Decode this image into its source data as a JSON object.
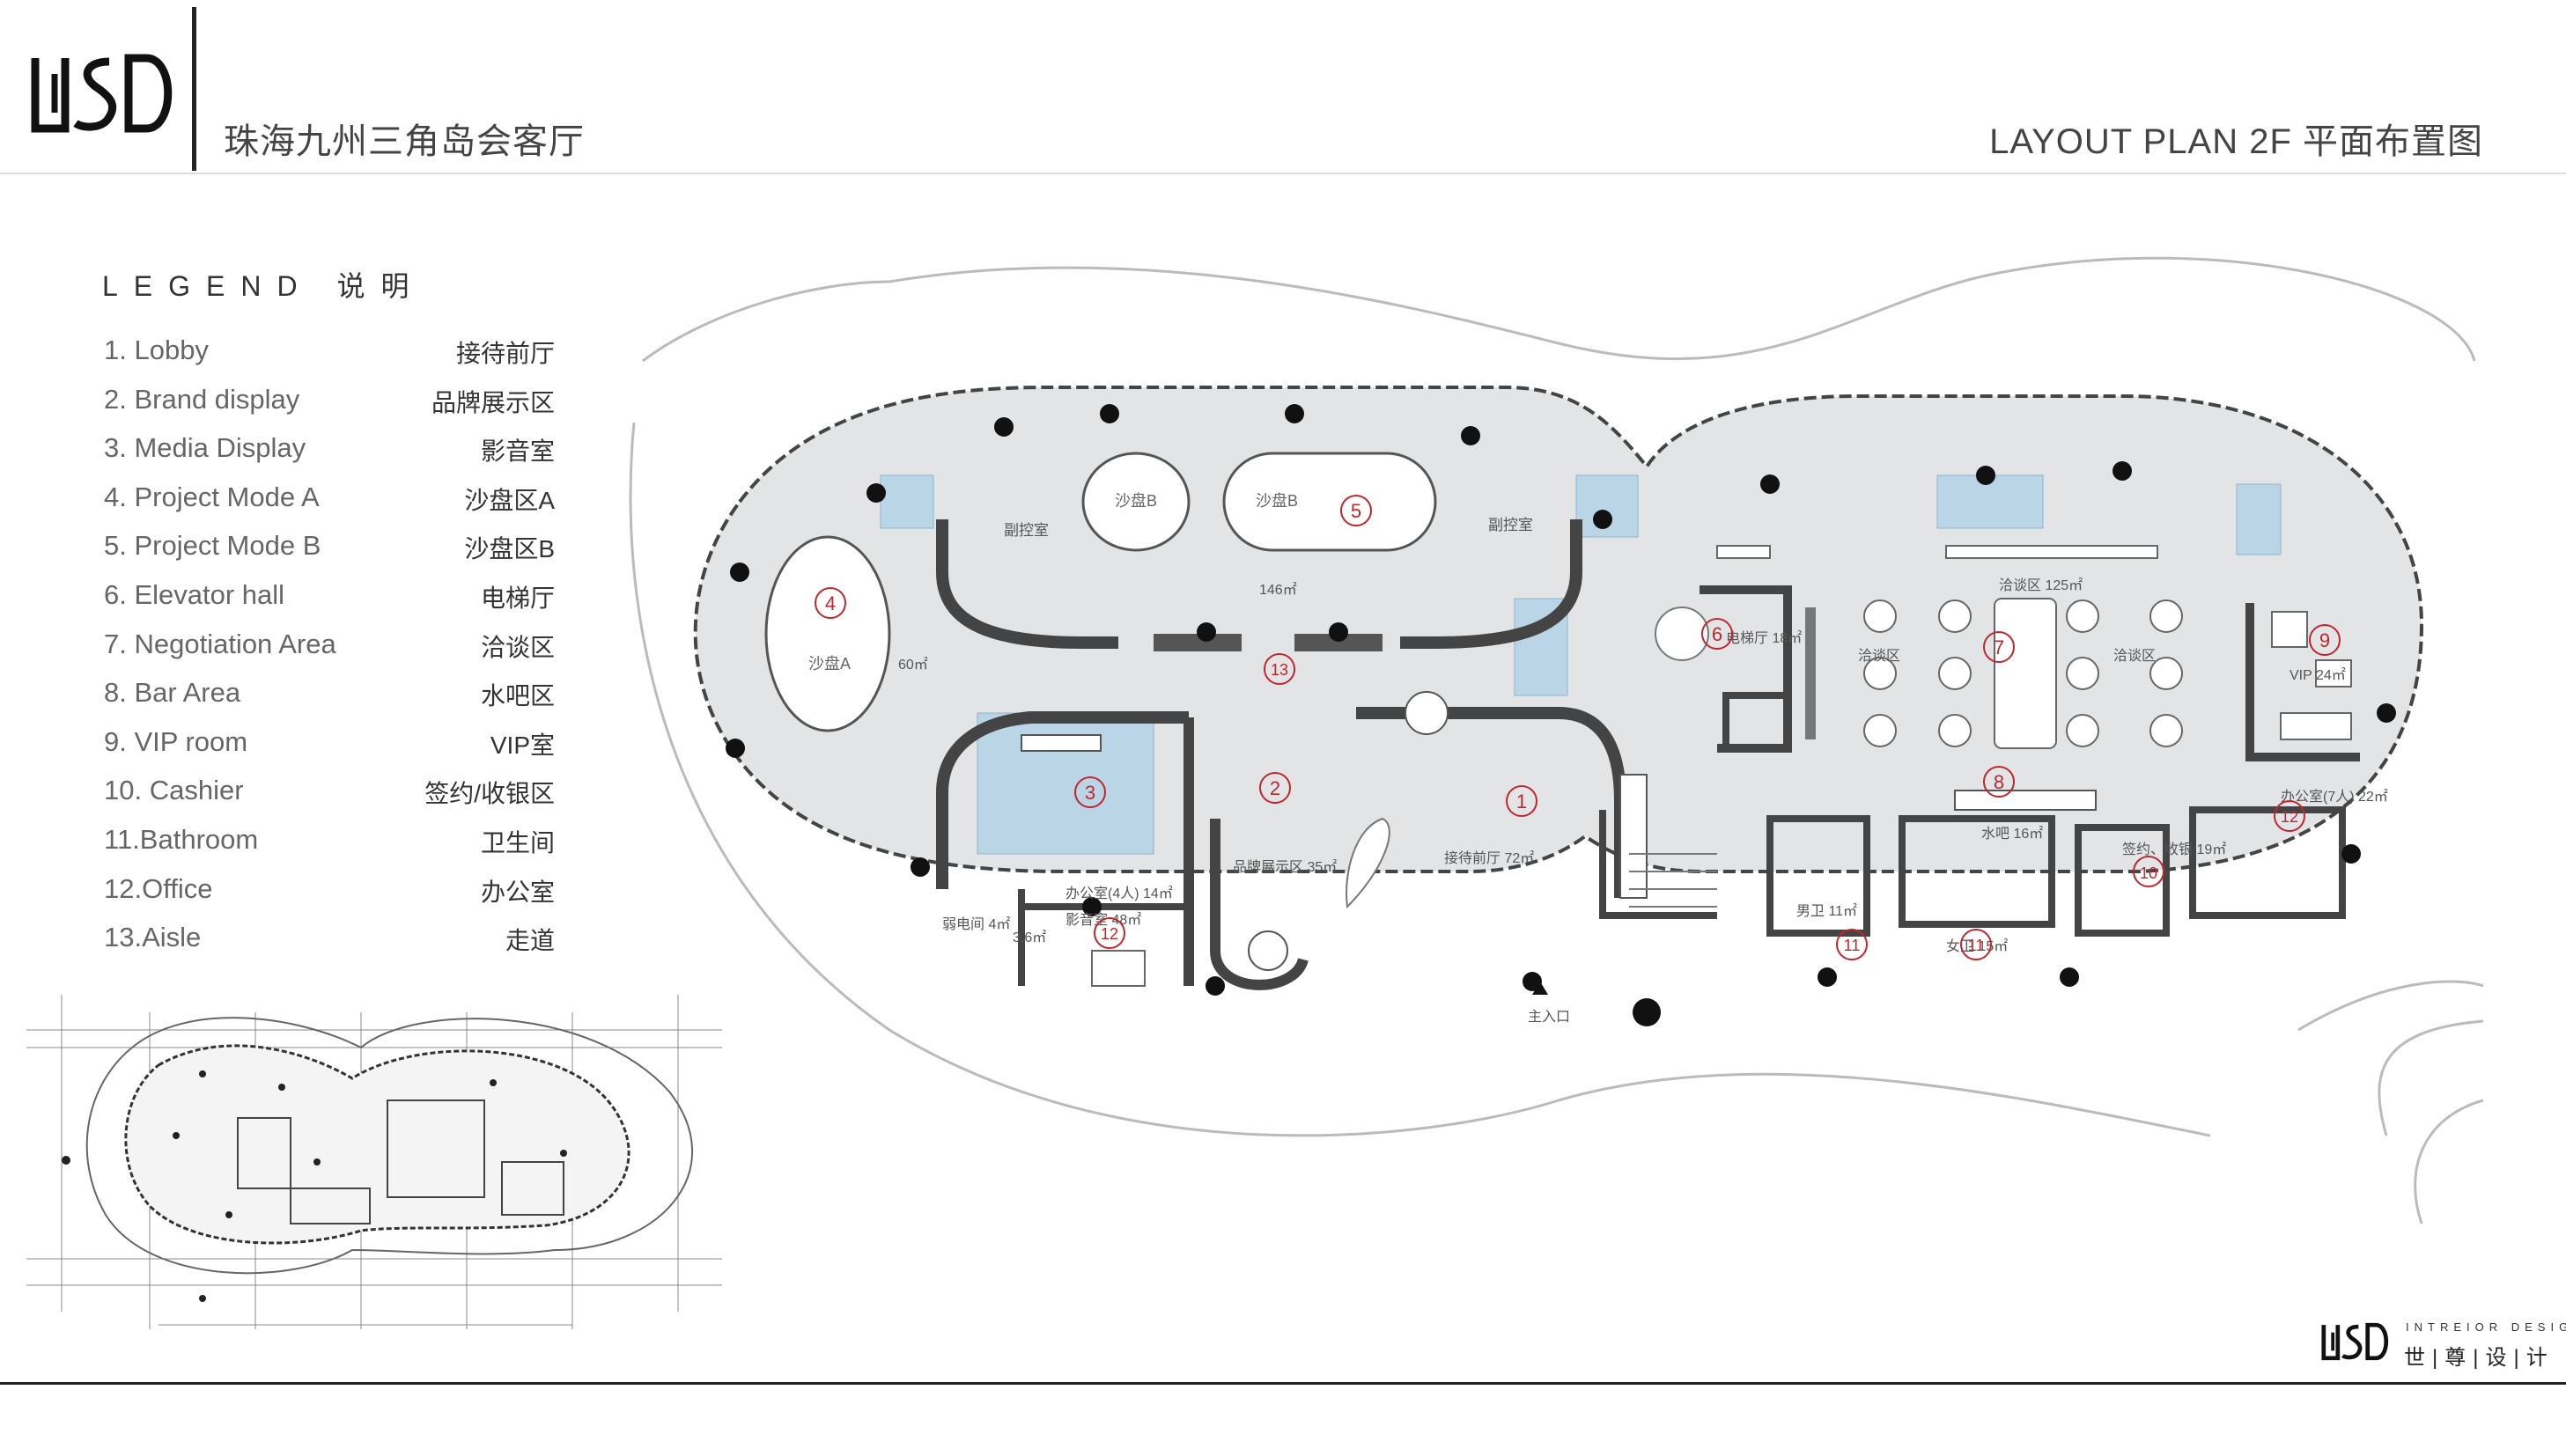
{
  "header": {
    "logo_text": "ISD",
    "project_title": "珠海九州三角岛会客厅",
    "plan_title": "LAYOUT PLAN  2F 平面布置图"
  },
  "legend": {
    "heading": "LEGEND  说明",
    "items": [
      {
        "en": "1.  Lobby",
        "cn": "接待前厅"
      },
      {
        "en": "2.  Brand display",
        "cn": "品牌展示区"
      },
      {
        "en": "3.  Media Display",
        "cn": "影音室"
      },
      {
        "en": "4.  Project Mode A",
        "cn": "沙盘区A"
      },
      {
        "en": "5.  Project Mode B",
        "cn": "沙盘区B"
      },
      {
        "en": "6.  Elevator hall",
        "cn": "电梯厅"
      },
      {
        "en": "7.  Negotiation Area",
        "cn": "洽谈区"
      },
      {
        "en": "8.  Bar Area",
        "cn": "水吧区"
      },
      {
        "en": "9.  VIP room",
        "cn": "VIP室"
      },
      {
        "en": "10.  Cashier",
        "cn": "签约/收银区"
      },
      {
        "en": "11.Bathroom",
        "cn": "卫生间"
      },
      {
        "en": "12.Office",
        "cn": "办公室"
      },
      {
        "en": "13.Aisle",
        "cn": "走道"
      }
    ]
  },
  "plan": {
    "room_markers": [
      "1",
      "2",
      "3",
      "4",
      "5",
      "6",
      "7",
      "8",
      "9",
      "10",
      "11",
      "11",
      "12",
      "12",
      "13"
    ],
    "room_labels": {
      "sand_a": "沙盘A",
      "sand_b1": "沙盘B",
      "sand_b2": "沙盘B",
      "control_left": "副控室",
      "control_right": "副控室",
      "media": "影音室 48㎡",
      "brand": "品牌展示区 35㎡",
      "lobby": "接待前厅 72㎡",
      "elevator": "电梯厅 18㎡",
      "negotiation": "洽谈区 125㎡",
      "nego_left": "洽谈区",
      "nego_right": "洽谈区",
      "bar": "水吧 16㎡",
      "vip": "VIP 24㎡",
      "office_right": "办公室(7人) 22㎡",
      "cashier": "签约、收银 19㎡",
      "office_left": "办公室(4人) 14㎡",
      "aisle": "146㎡",
      "area_a": "60㎡",
      "weak_room": "弱电间 4㎡",
      "weak_room2": "3.6㎡",
      "toilet_male": "男卫 11㎡",
      "toilet_female": "女卫 15㎡",
      "entrance": "主入口"
    },
    "accent_color": "#c0272d",
    "water_color": "#b9d5e6",
    "floor_color": "#e2e4e6"
  },
  "footer": {
    "logo_text": "ISD",
    "en": "INTREIOR DESIGN",
    "cn": "世|尊|设|计"
  }
}
